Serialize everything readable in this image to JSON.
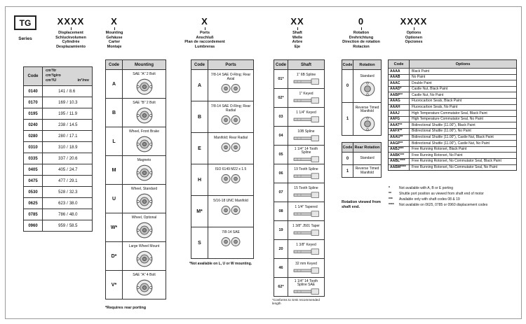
{
  "page": {
    "series_code": "TG",
    "series_label": "Series"
  },
  "colors": {
    "table_header_bg": "#d6d6d6",
    "table_border": "#333333",
    "paper": "#ffffff"
  },
  "icons": {
    "mounting": "flange-icon",
    "ports": "port-face-icon",
    "shaft": "shaft-icon",
    "rotation": "rotor-icon"
  },
  "displacement": {
    "mask": "XXXX",
    "labels": [
      "Displacement",
      "Schluckvolumen",
      "Cylindrée",
      "Desplazamiento"
    ],
    "table": {
      "code_header": "Code",
      "metric_units": [
        "cm³/tr",
        "cm³/giro",
        "cm³/U"
      ],
      "imperial_unit": "in³/rev",
      "separator": "/",
      "rows": [
        {
          "code": "0140",
          "metric": "141",
          "imperial": "8.6"
        },
        {
          "code": "0170",
          "metric": "169",
          "imperial": "10.3"
        },
        {
          "code": "0195",
          "metric": "195",
          "imperial": "11.9"
        },
        {
          "code": "0240",
          "metric": "238",
          "imperial": "14.5"
        },
        {
          "code": "0280",
          "metric": "280",
          "imperial": "17.1"
        },
        {
          "code": "0310",
          "metric": "310",
          "imperial": "18.9"
        },
        {
          "code": "0335",
          "metric": "337",
          "imperial": "20.6"
        },
        {
          "code": "0405",
          "metric": "405",
          "imperial": "24.7"
        },
        {
          "code": "0475",
          "metric": "477",
          "imperial": "29.1"
        },
        {
          "code": "0530",
          "metric": "528",
          "imperial": "32.3"
        },
        {
          "code": "0625",
          "metric": "623",
          "imperial": "38.0"
        },
        {
          "code": "0785",
          "metric": "786",
          "imperial": "48.0"
        },
        {
          "code": "0960",
          "metric": "959",
          "imperial": "58.5"
        }
      ]
    }
  },
  "mounting": {
    "mask": "X",
    "labels": [
      "Mounting",
      "Gehäuse",
      "Carter",
      "Montaje"
    ],
    "table": {
      "code_header": "Code",
      "value_header": "Mounting",
      "rows": [
        {
          "code": "A",
          "label": "SAE \"A\" 2 Bolt"
        },
        {
          "code": "B",
          "label": "SAE \"B\" 2 Bolt"
        },
        {
          "code": "L",
          "label": "Wheel, Front Brake"
        },
        {
          "code": "M",
          "label": "Magneto"
        },
        {
          "code": "U",
          "label": "Wheel, Standard"
        },
        {
          "code": "W*",
          "label": "Wheel, Optional"
        },
        {
          "code": "D*",
          "label": "Large Wheel Mount"
        },
        {
          "code": "V*",
          "label": "SAE \"A\" 4 Bolt"
        }
      ]
    },
    "footnote": "*Requires rear porting"
  },
  "ports": {
    "mask": "X",
    "labels": [
      "Ports",
      "Anschluß",
      "Plan de raccordement",
      "Lumbreras"
    ],
    "table": {
      "code_header": "Code",
      "value_header": "Ports",
      "rows": [
        {
          "code": "A",
          "label": "7/8-14 SAE O-Ring; Rear Axial"
        },
        {
          "code": "B",
          "label": "7/8-14 SAE O-Ring; Rear Radial"
        },
        {
          "code": "E",
          "label": "Manifold; Rear Radial"
        },
        {
          "code": "H",
          "label": "ISO 6149 M22 x 1.5"
        },
        {
          "code": "M*",
          "label": "5/16-18 UNC Manifold"
        },
        {
          "code": "S",
          "label": "7/8-14 SAE"
        }
      ]
    },
    "footnote": "*Not available on L, U or W mounting."
  },
  "shaft": {
    "mask": "XX",
    "labels": [
      "Shaft",
      "Welle",
      "Arbre",
      "Eje"
    ],
    "table": {
      "code_header": "Code",
      "value_header": "Shaft",
      "rows": [
        {
          "code": "01*",
          "label": "1\" 6B Spline"
        },
        {
          "code": "02*",
          "label": "1\" Keyed"
        },
        {
          "code": "03",
          "label": "1 1/4\" Keyed"
        },
        {
          "code": "04",
          "label": "10B Spline"
        },
        {
          "code": "05",
          "label": "1 1/4\" 14 Tooth Spline"
        },
        {
          "code": "06",
          "label": "19 Tooth Spline"
        },
        {
          "code": "07",
          "label": "15 Tooth Spline"
        },
        {
          "code": "08",
          "label": "1 1/4\" Tapered"
        },
        {
          "code": "19",
          "label": "1 3/8\" J501 Taper"
        },
        {
          "code": "20",
          "label": "1 3/8\" Keyed"
        },
        {
          "code": "46",
          "label": "32 mm Keyed"
        },
        {
          "code": "62*",
          "label": "1 1/4\" 14 Tooth Spline SAE"
        }
      ]
    },
    "footnote": "*Conforms to SAE recommended length"
  },
  "rotation": {
    "mask": "0",
    "labels": [
      "Rotation",
      "Drehrichtung",
      "Direction de rotation",
      "Rotacion"
    ],
    "front_table": {
      "code_header": "Code",
      "value_header": "Rotation",
      "rows": [
        {
          "code": "0",
          "label": "Standard"
        },
        {
          "code": "1",
          "label": "Reverse Timed Manifold"
        }
      ]
    },
    "rear_table": {
      "code_header": "Code",
      "value_header": "Rear Rotation",
      "rows": [
        {
          "code": "0",
          "label": "Standard"
        },
        {
          "code": "1",
          "label": "Reverse Timed Manifold"
        }
      ]
    },
    "note": "Rotation viewed from shaft end."
  },
  "options": {
    "mask": "XXXX",
    "labels": [
      "Options",
      "Optionen",
      "Opciones"
    ],
    "table": {
      "code_header": "Code",
      "value_header": "Options",
      "rows": [
        {
          "code": "AAAA",
          "label": "Black Paint"
        },
        {
          "code": "AAAB",
          "label": "No Paint"
        },
        {
          "code": "AAAC",
          "label": "Double Paint"
        },
        {
          "code": "AAAD*",
          "label": "Castle Nut, Black Paint"
        },
        {
          "code": "AABP**",
          "label": "Castle Nut, No Paint"
        },
        {
          "code": "AAAG",
          "label": "Fluorocarbon Seals, Black Paint"
        },
        {
          "code": "AAAH",
          "label": "Fluorocarbon Seals, No Paint"
        },
        {
          "code": "AAAJ",
          "label": "High Temperature Commutator Seal, Black Paint"
        },
        {
          "code": "AAFG",
          "label": "High Temperature Commutator Seal, No Paint"
        },
        {
          "code": "AAAT**",
          "label": "Bidirectional Shuttle (11.00\"), Black Paint"
        },
        {
          "code": "AAFX**",
          "label": "Bidirectional Shuttle (11.00\"), No Paint"
        },
        {
          "code": "AAAU**",
          "label": "Bidirectional Shuttle (11.00\"), Castle Nut, Black Paint"
        },
        {
          "code": "AAGP**",
          "label": "Bidirectional Shuttle (11.00\"), Castle Nut, No Paint"
        },
        {
          "code": "AABJ***",
          "label": "Free Running Rotorset, Black Paint"
        },
        {
          "code": "AABK***",
          "label": "Free Running Rotorset, No Paint"
        },
        {
          "code": "AABL****",
          "label": "Free Running Rotorset, No Commutator Seal, Black Paint"
        },
        {
          "code": "AABM****",
          "label": "Free Running Rotorset, No Commutator Seal, No Paint"
        }
      ]
    },
    "footnotes": [
      {
        "marker": "*",
        "text": "Not available with A, B or E porting"
      },
      {
        "marker": "**",
        "text": "Shuttle port position as viewed from shaft end of motor"
      },
      {
        "marker": "***",
        "text": "Available only with shaft codes 08 & 19"
      },
      {
        "marker": "****",
        "text": "Not available on 0625, 0785 or 0960 displacement codes"
      }
    ]
  }
}
